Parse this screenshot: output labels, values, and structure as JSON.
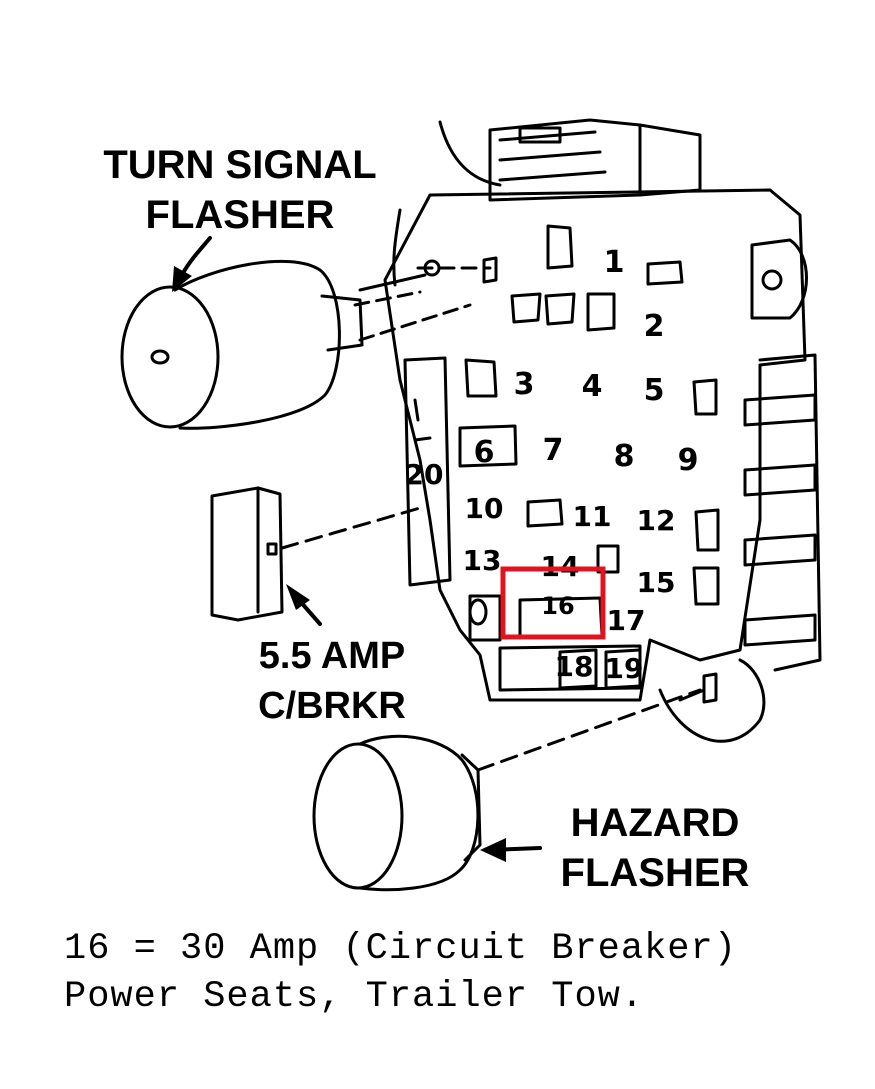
{
  "labels": {
    "turn_signal_flasher": [
      "TURN SIGNAL",
      "FLASHER"
    ],
    "breaker": [
      "5.5 AMP",
      "C/BRKR"
    ],
    "hazard_flasher": [
      "HAZARD",
      "FLASHER"
    ]
  },
  "fuses": [
    "1",
    "2",
    "3",
    "4",
    "5",
    "6",
    "7",
    "8",
    "9",
    "10",
    "11",
    "12",
    "13",
    "14",
    "15",
    "16",
    "17",
    "18",
    "19",
    "20"
  ],
  "highlight": {
    "fuse": "16",
    "color": "#e0141e"
  },
  "caption": {
    "line1": "16 = 30 Amp (Circuit Breaker)",
    "line2": "Power Seats, Trailer Tow."
  }
}
